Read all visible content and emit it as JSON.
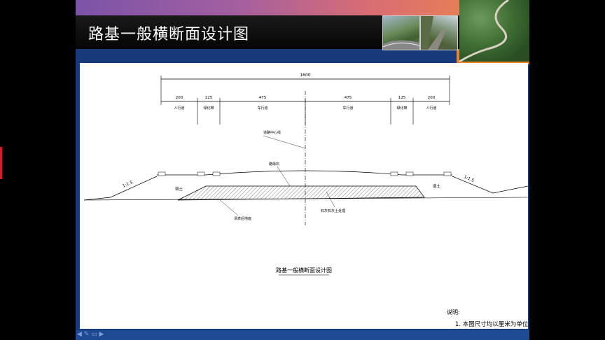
{
  "slide": {
    "title": "路基一般横断面设计图"
  },
  "drawing": {
    "total_width": "1600",
    "segments": [
      {
        "size": "200",
        "label": "人行道"
      },
      {
        "size": "125",
        "label": "绿化带"
      },
      {
        "size": "475",
        "label": "车行道"
      },
      {
        "size": "475",
        "label": "车行道"
      },
      {
        "size": "125",
        "label": "绿化带"
      },
      {
        "size": "200",
        "label": "人行道"
      }
    ],
    "centerline_label": "道路中心线",
    "pavement_label": "路缘石",
    "fill_left": "填土",
    "fill_right": "填土",
    "slope_left": "1:1.5",
    "slope_right": "1:1.5",
    "base_label": "清表后地面",
    "gravel_label": "石灰石灰土处理",
    "caption": "路基一般横断面设计图"
  },
  "notes": {
    "heading": "说明:",
    "line1": "1. 本图尺寸均以厘米为单位。"
  },
  "colors": {
    "slide_bg": "#163a7a",
    "topbar_start": "#7b53a8",
    "topbar_end": "#f08a42",
    "accent_orange": "#e8842c"
  }
}
